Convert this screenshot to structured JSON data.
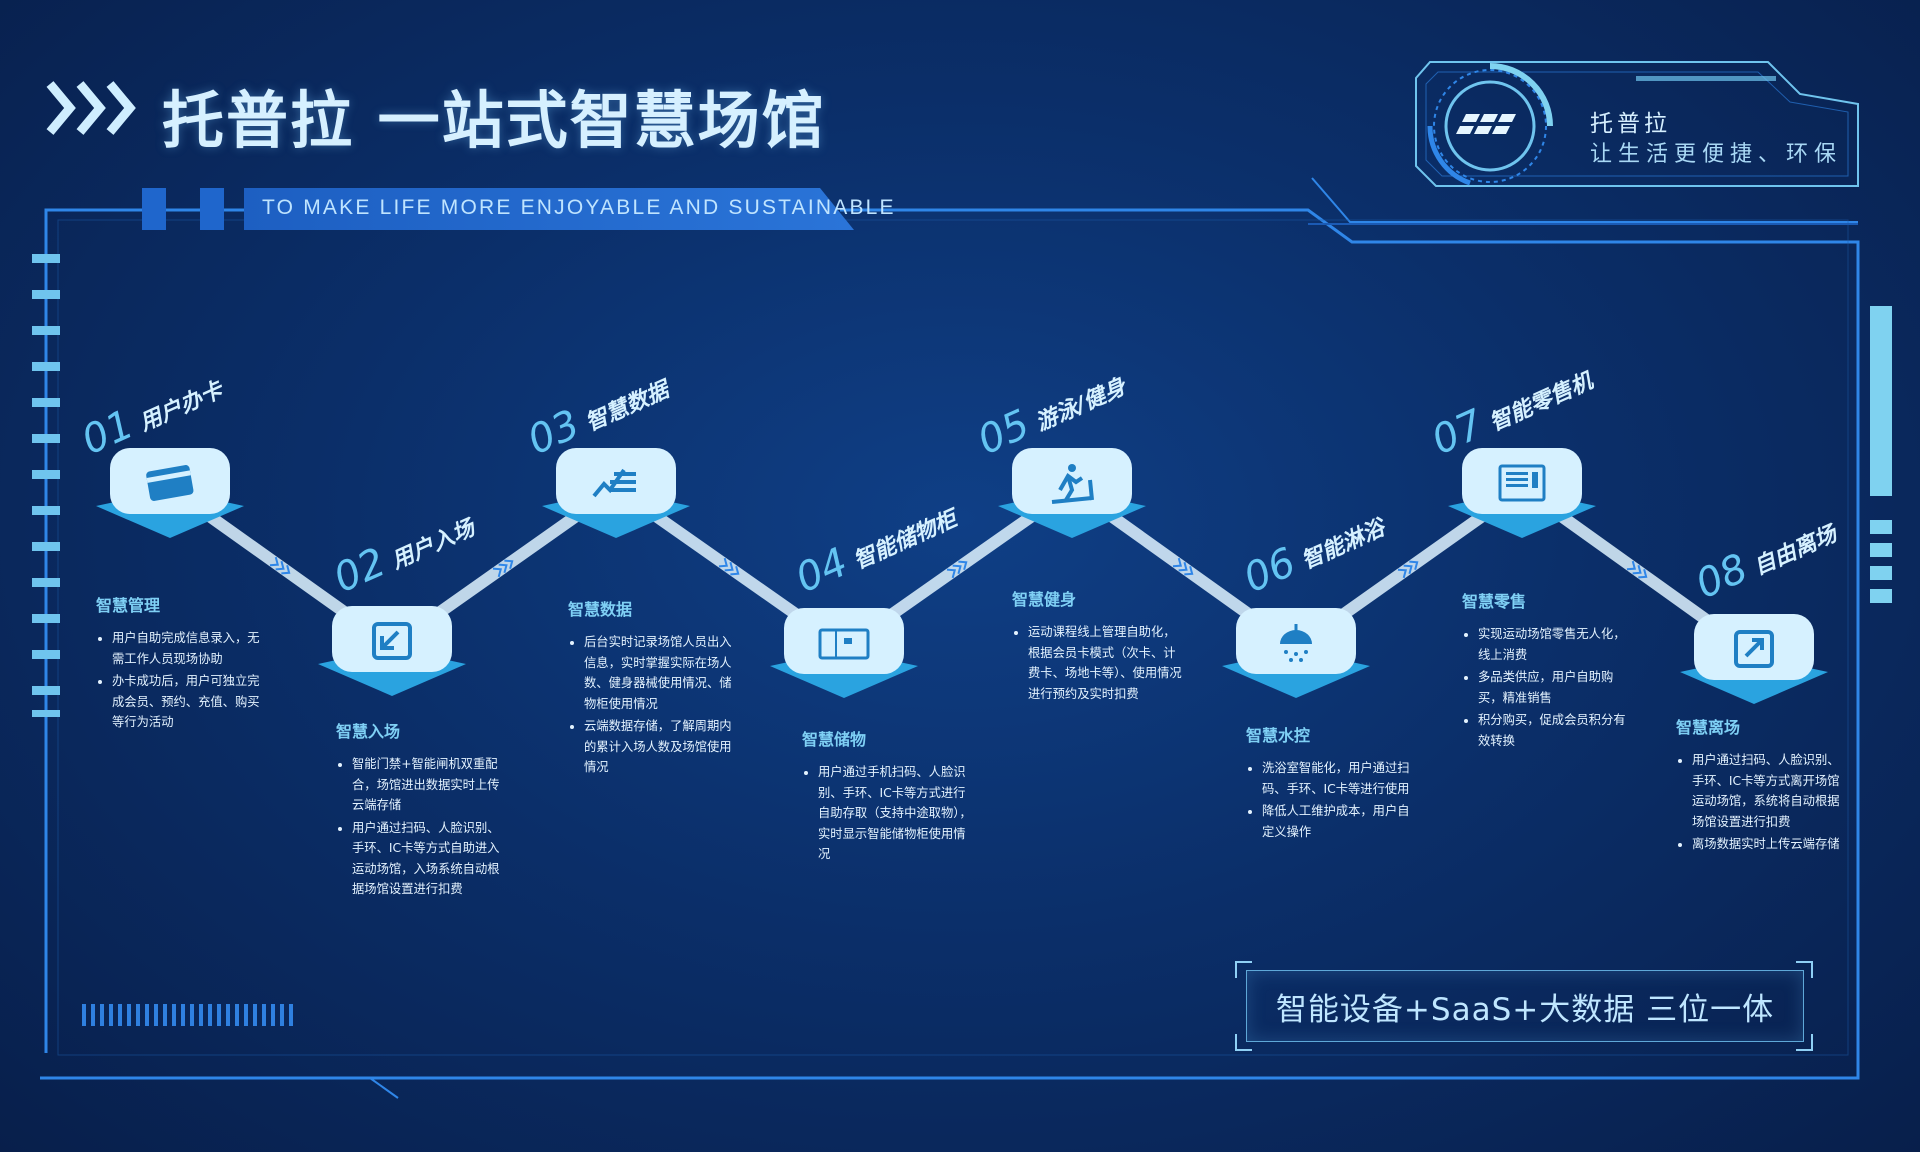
{
  "header": {
    "title": "托普拉 一站式智慧场馆",
    "subtitle": "TO MAKE LIFE MORE ENJOYABLE AND SUSTAINABLE"
  },
  "brand": {
    "name": "托普拉",
    "slogan": "让生活更便捷、环保"
  },
  "steps": [
    {
      "num": "01",
      "label": "用户办卡",
      "icon": "card-icon",
      "title": "智慧管理",
      "items": [
        "用户自助完成信息录入，无需工作人员现场协助",
        "办卡成功后，用户可独立完成会员、预约、充值、购买等行为活动"
      ]
    },
    {
      "num": "02",
      "label": "用户入场",
      "icon": "enter-icon",
      "title": "智慧入场",
      "items": [
        "智能门禁+智能闸机双重配合，场馆进出数据实时上传云端存储",
        "用户通过扫码、人脸识别、手环、IC卡等方式自助进入运动场馆，入场系统自动根据场馆设置进行扣费"
      ]
    },
    {
      "num": "03",
      "label": "智慧数据",
      "icon": "data-chart-icon",
      "title": "智慧数据",
      "items": [
        "后台实时记录场馆人员出入信息，实时掌握实际在场人数、健身器械使用情况、储物柜使用情况",
        "云端数据存储，了解周期内的累计入场人数及场馆使用情况"
      ]
    },
    {
      "num": "04",
      "label": "智能储物柜",
      "icon": "locker-icon",
      "title": "智慧储物",
      "items": [
        "用户通过手机扫码、人脸识别、手环、IC卡等方式进行自助存取（支持中途取物），实时显示智能储物柜使用情况"
      ]
    },
    {
      "num": "05",
      "label": "游泳/健身",
      "icon": "treadmill-icon",
      "title": "智慧健身",
      "items": [
        "运动课程线上管理自助化，根据会员卡模式（次卡、计费卡、场地卡等）、使用情况进行预约及实时扣费"
      ]
    },
    {
      "num": "06",
      "label": "智能淋浴",
      "icon": "shower-icon",
      "title": "智慧水控",
      "items": [
        "洗浴室智能化，用户通过扫码、手环、IC卡等进行使用",
        "降低人工维护成本，用户自定义操作"
      ]
    },
    {
      "num": "07",
      "label": "智能零售机",
      "icon": "vending-machine-icon",
      "title": "智慧零售",
      "items": [
        "实现运动场馆零售无人化，线上消费",
        "多品类供应，用户自助购买，精准销售",
        "积分购买，促成会员积分有效转换"
      ]
    },
    {
      "num": "08",
      "label": "自由离场",
      "icon": "exit-icon",
      "title": "智慧离场",
      "items": [
        "用户通过扫码、人脸识别、手环、IC卡等方式离开场馆运动场馆，系统将自动根据场馆设置进行扣费",
        "离场数据实时上传云端存储"
      ]
    }
  ],
  "tagline": "智能设备+SaaS+大数据  三位一体",
  "colors": {
    "accent": "#2f86e8",
    "node_top": "#d6f1ff",
    "node_side": "#2aa3e0",
    "text_light": "#e4f3ff",
    "heading": "#7fd0f5"
  }
}
